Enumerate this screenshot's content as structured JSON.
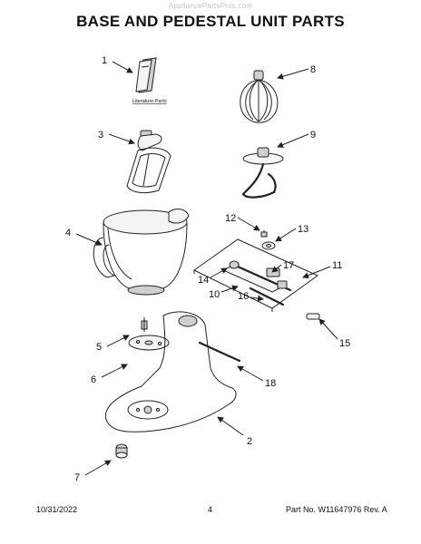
{
  "watermark": "AppliancePartsPros.com",
  "title": "BASE AND PEDESTAL UNIT PARTS",
  "literature_label": "Literature Parts",
  "callouts": [
    "1",
    "2",
    "3",
    "4",
    "5",
    "6",
    "7",
    "8",
    "9",
    "10",
    "11",
    "12",
    "13",
    "14",
    "15",
    "16",
    "17",
    "18"
  ],
  "footer": {
    "date": "10/31/2022",
    "page": "4",
    "part_no": "Part No. W11647976  Rev. A"
  }
}
